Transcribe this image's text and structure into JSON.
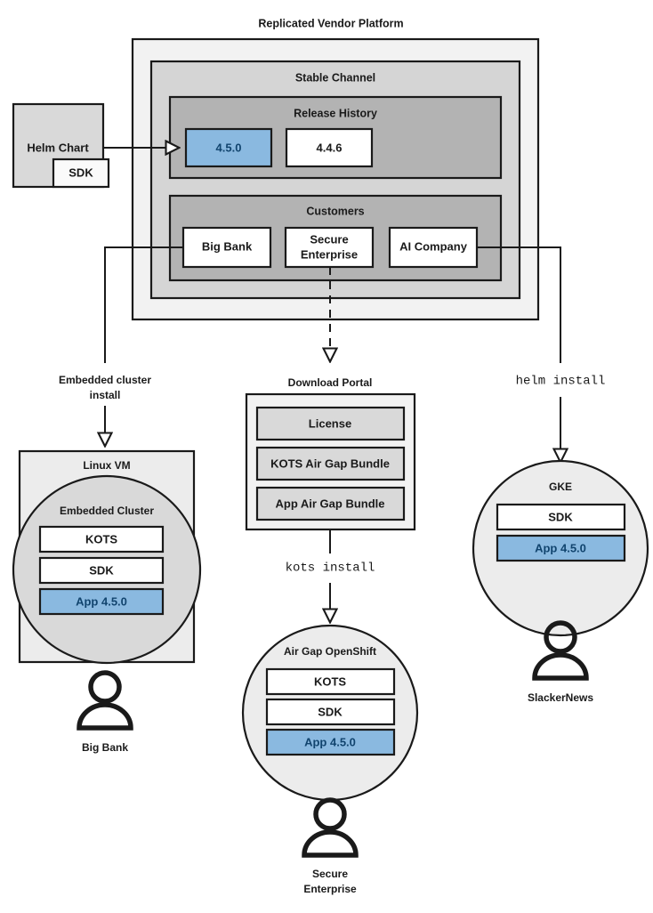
{
  "diagram": {
    "title": "Replicated Vendor Platform",
    "colors": {
      "platform_bg": "#f2f2f2",
      "channel_bg": "#d5d5d5",
      "section_bg": "#b3b3b3",
      "box_white": "#ffffff",
      "box_gray": "#d9d9d9",
      "box_light": "#ececec",
      "accent_blue_fill": "#8ab9e0",
      "accent_blue_stroke": "#2a6099",
      "accent_blue_text": "#11446e",
      "stroke": "#1a1a1a"
    }
  },
  "helm_chart": {
    "label": "Helm Chart",
    "sdk_label": "SDK"
  },
  "platform": {
    "title": "Replicated Vendor Platform",
    "channel": {
      "title": "Stable Channel",
      "release_history": {
        "title": "Release History",
        "releases": [
          {
            "version": "4.5.0",
            "current": true
          },
          {
            "version": "4.4.6",
            "current": false
          }
        ]
      },
      "customers": {
        "title": "Customers",
        "items": [
          {
            "name": "Big Bank"
          },
          {
            "name": "Secure Enterprise"
          },
          {
            "name": "AI Company"
          }
        ]
      }
    }
  },
  "edges": {
    "embedded_cluster_install": "Embedded cluster\ninstall",
    "embedded_cluster_install_line1": "Embedded cluster",
    "embedded_cluster_install_line2": "install",
    "download_portal_label": "Download Portal",
    "kots_install": "kots install",
    "helm_install": "helm install"
  },
  "download_portal": {
    "title": "Download Portal",
    "artifacts": [
      {
        "label": "License"
      },
      {
        "label": "KOTS Air Gap Bundle"
      },
      {
        "label": "App Air Gap Bundle"
      }
    ]
  },
  "targets": [
    {
      "id": "linux-vm",
      "outer_label": "Linux VM",
      "inner_label": "Embedded Cluster",
      "components": [
        {
          "label": "KOTS",
          "highlight": false
        },
        {
          "label": "SDK",
          "highlight": false
        },
        {
          "label": "App 4.5.0",
          "highlight": true
        }
      ],
      "actor": "Big Bank"
    },
    {
      "id": "air-gap-openshift",
      "outer_label": "",
      "inner_label": "Air Gap OpenShift",
      "components": [
        {
          "label": "KOTS",
          "highlight": false
        },
        {
          "label": "SDK",
          "highlight": false
        },
        {
          "label": "App 4.5.0",
          "highlight": true
        }
      ],
      "actor_line1": "Secure",
      "actor_line2": "Enterprise",
      "actor": "Secure Enterprise"
    },
    {
      "id": "gke",
      "outer_label": "",
      "inner_label": "GKE",
      "components": [
        {
          "label": "SDK",
          "highlight": false
        },
        {
          "label": "App 4.5.0",
          "highlight": true
        }
      ],
      "actor": "SlackerNews"
    }
  ]
}
